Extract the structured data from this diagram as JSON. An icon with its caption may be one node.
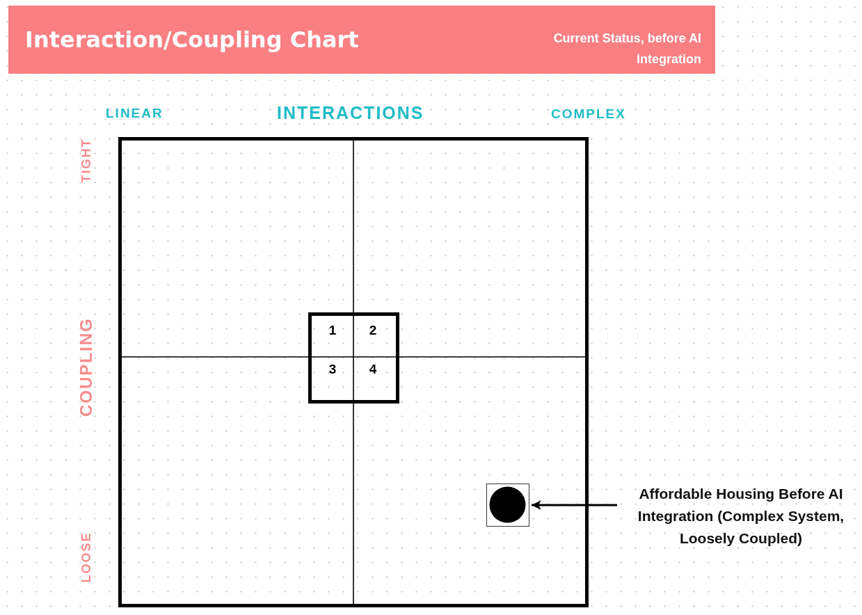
{
  "diagram": {
    "title": "Interaction/Coupling Chart",
    "nodes": [
      {
        "text": [
          "Affordable Housing Before AI Integration (Complex System, Loosely Coupled)"
        ]
      },
      {
        "text": [],
        "shape": "circle"
      },
      {
        "text": [
          "1",
          "2",
          "3",
          "4"
        ]
      }
    ],
    "edges": [
      {
        "from": 0,
        "to": 1,
        "arrow": "to"
      }
    ],
    "labels": [
      "Current Status, before AI Integration",
      "LINEAR",
      "INTERACTIONS",
      "COMPLEX",
      "TIGHT",
      "COUPLING",
      "LOOSE"
    ]
  }
}
